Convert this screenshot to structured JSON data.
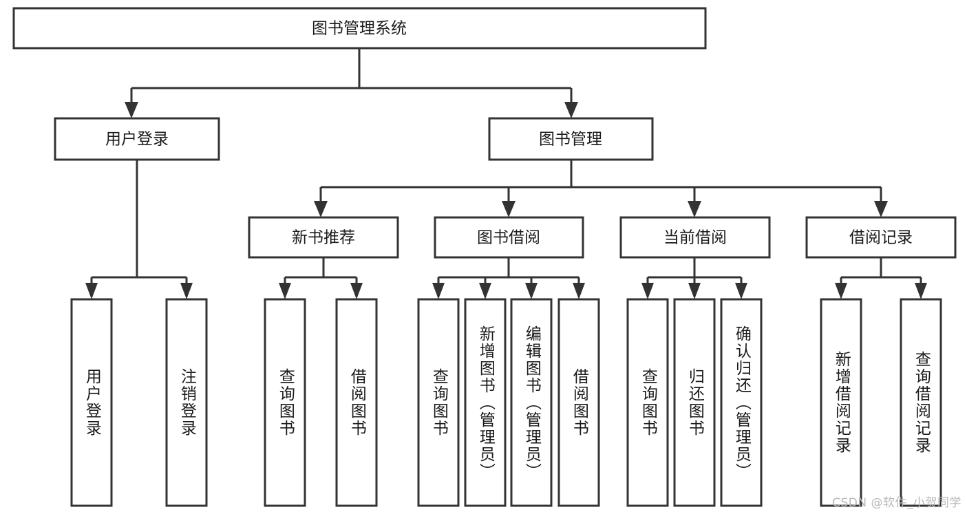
{
  "diagram": {
    "type": "tree",
    "title": "图书管理系统",
    "watermark": "CSDN @软件_小贺同学",
    "colors": {
      "stroke": "#333333",
      "fill": "#ffffff",
      "text": "#1a1a1a",
      "watermark": "#b8b8b8",
      "background": "#ffffff"
    },
    "root": {
      "label": "图书管理系统",
      "orientation": "horizontal"
    },
    "level2": [
      {
        "label": "用户登录",
        "orientation": "horizontal"
      },
      {
        "label": "图书管理",
        "orientation": "horizontal"
      }
    ],
    "level3": [
      {
        "label": "新书推荐",
        "orientation": "horizontal"
      },
      {
        "label": "图书借阅",
        "orientation": "horizontal"
      },
      {
        "label": "当前借阅",
        "orientation": "horizontal"
      },
      {
        "label": "借阅记录",
        "orientation": "horizontal"
      }
    ],
    "leaves": {
      "user_login": [
        {
          "label": "用户登录",
          "orientation": "vertical"
        },
        {
          "label": "注销登录",
          "orientation": "vertical"
        }
      ],
      "new_book_recommend": [
        {
          "label": "查询图书",
          "orientation": "vertical"
        },
        {
          "label": "借阅图书",
          "orientation": "vertical"
        }
      ],
      "book_borrow": [
        {
          "label": "查询图书",
          "orientation": "vertical"
        },
        {
          "label": "新增图书（管理员）",
          "orientation": "vertical"
        },
        {
          "label": "编辑图书（管理员）",
          "orientation": "vertical"
        },
        {
          "label": "借阅图书",
          "orientation": "vertical"
        }
      ],
      "current_borrow": [
        {
          "label": "查询图书",
          "orientation": "vertical"
        },
        {
          "label": "归还图书",
          "orientation": "vertical"
        },
        {
          "label": "确认归还（管理员）",
          "orientation": "vertical"
        }
      ],
      "borrow_record": [
        {
          "label": "新增借阅记录",
          "orientation": "vertical"
        },
        {
          "label": "查询借阅记录",
          "orientation": "vertical"
        }
      ]
    }
  }
}
